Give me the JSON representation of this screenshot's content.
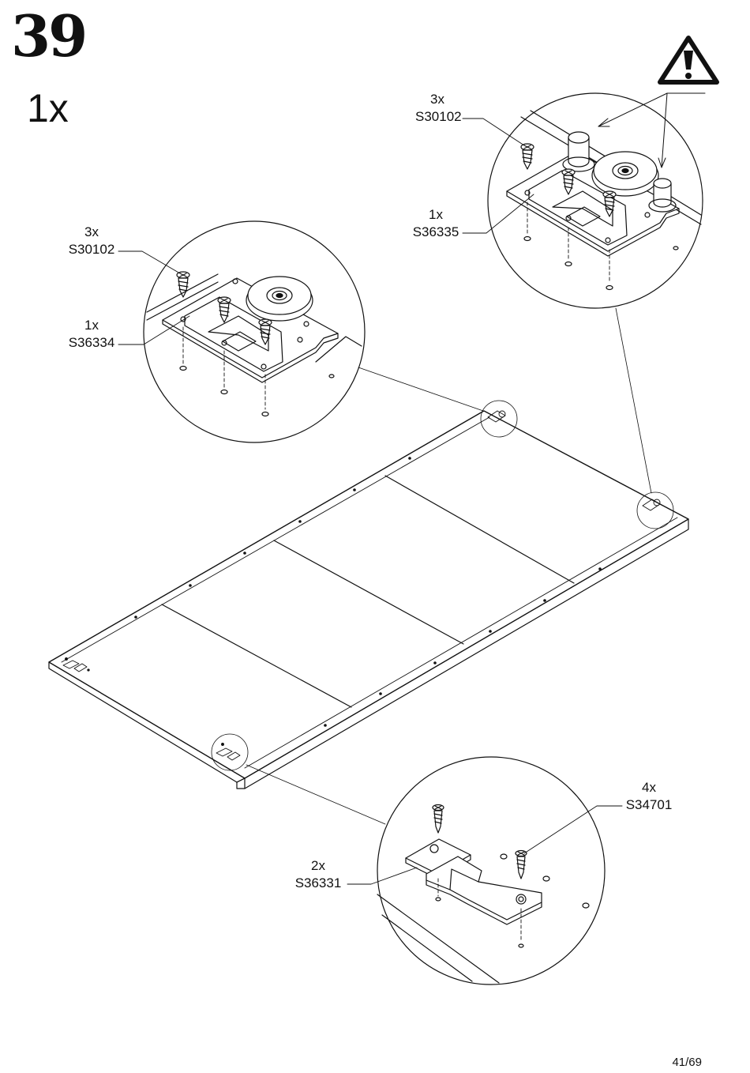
{
  "step": {
    "number": "39",
    "quantity": "1x"
  },
  "callouts": {
    "upper_right": {
      "screw": {
        "qty": "3x",
        "code": "S30102"
      },
      "roller": {
        "qty": "1x",
        "code": "S36335"
      }
    },
    "upper_left": {
      "screw": {
        "qty": "3x",
        "code": "S30102"
      },
      "roller": {
        "qty": "1x",
        "code": "S36334"
      }
    },
    "bottom": {
      "screw": {
        "qty": "4x",
        "code": "S34701"
      },
      "bracket": {
        "qty": "2x",
        "code": "S36331"
      }
    }
  },
  "icons": {
    "warning": "warning-triangle-icon"
  },
  "page": {
    "number": "41/69"
  }
}
